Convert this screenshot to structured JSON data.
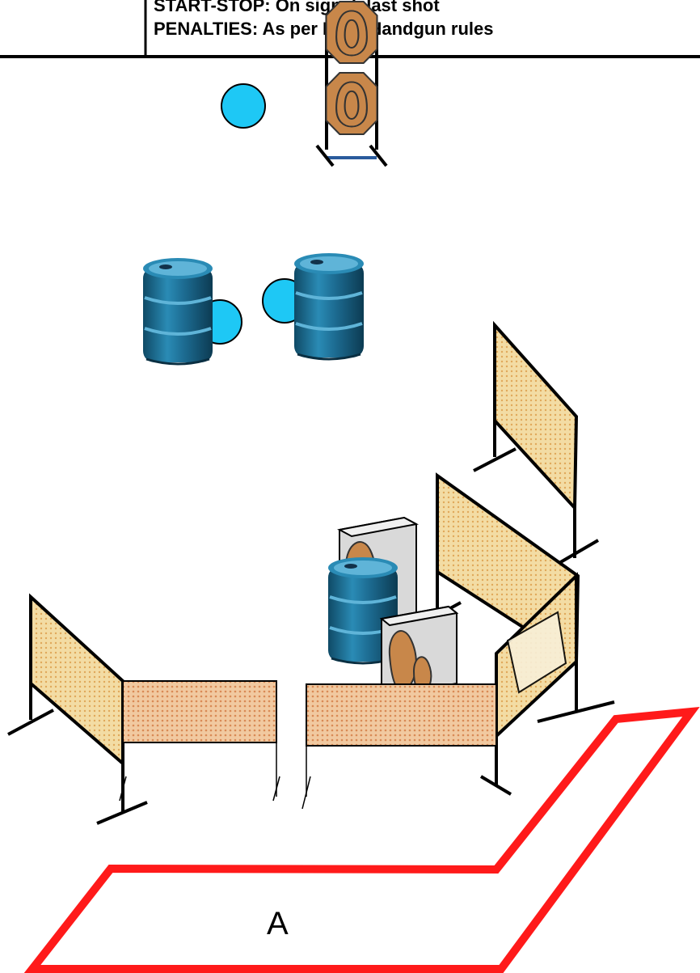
{
  "header": {
    "line1": "START-STOP:   On signal, last shot",
    "line2": "PENALTIES:  As per IPSC Handgun rules"
  },
  "shooting_area": {
    "label": "A"
  },
  "colors": {
    "shooting_box": "#ff1a1a",
    "popper": "#1ec8f5",
    "ipsc_target": "#c8874a",
    "barrel": "#1e6f95",
    "mesh_wall": "#f2d9a0",
    "low_wall": "#e8b88a"
  }
}
